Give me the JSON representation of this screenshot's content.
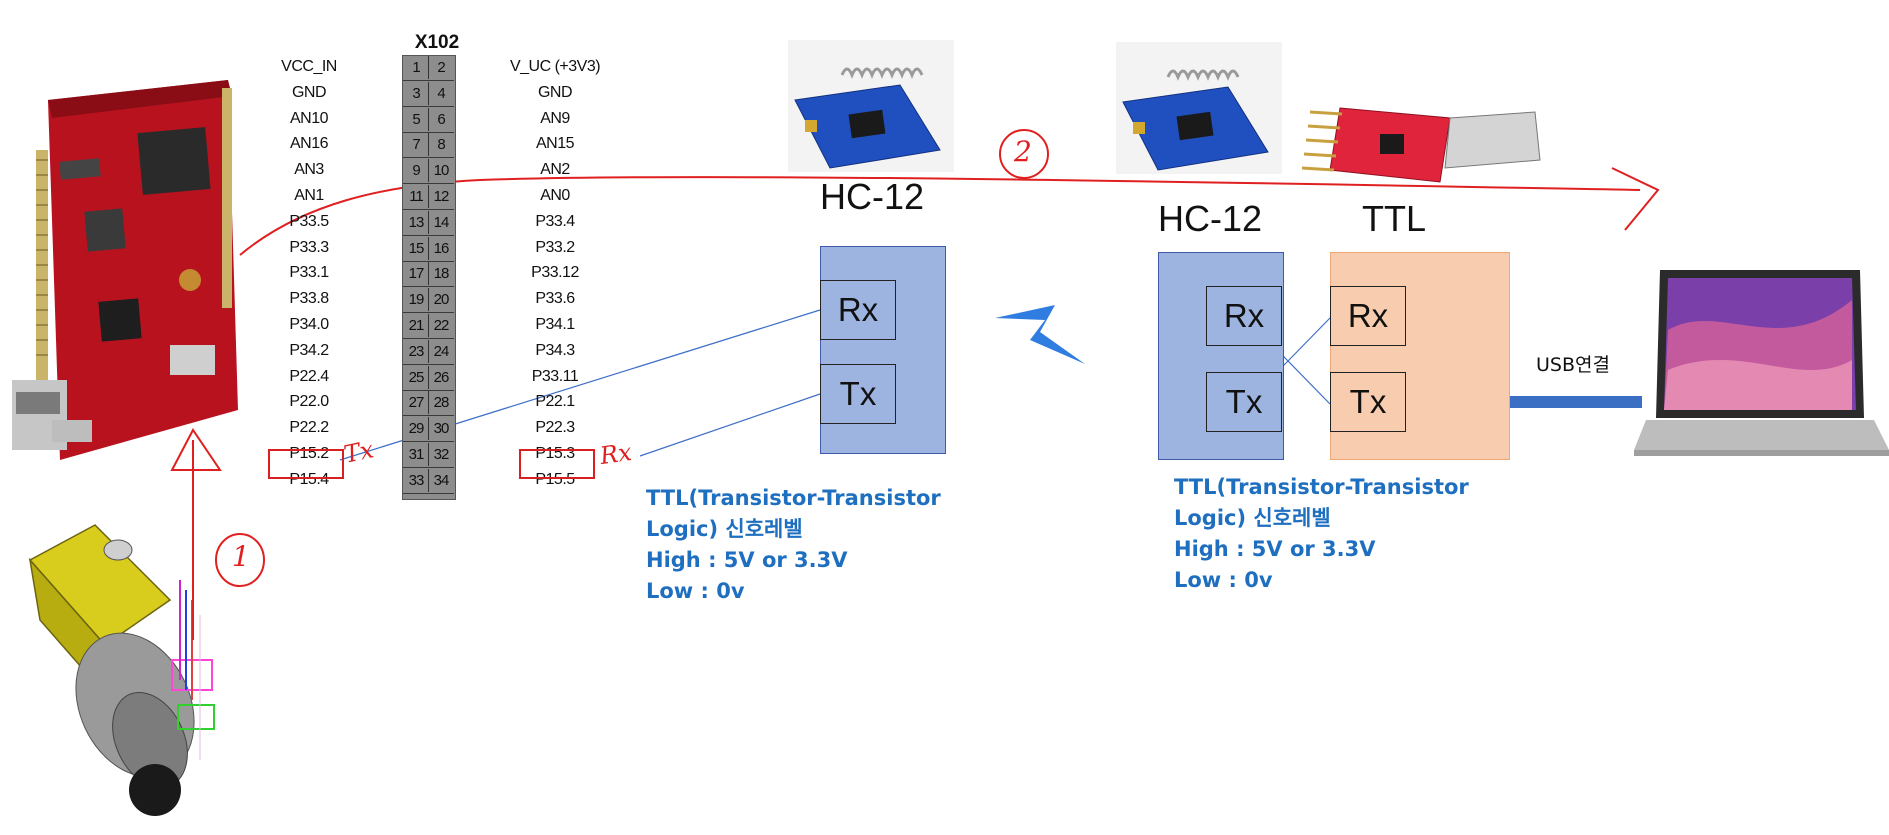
{
  "header": {
    "title": "X102",
    "left_labels": [
      "VCC_IN",
      "GND",
      "AN10",
      "AN16",
      "AN3",
      "AN1",
      "P33.5",
      "P33.3",
      "P33.1",
      "P33.8",
      "P34.0",
      "P34.2",
      "P22.4",
      "P22.0",
      "P22.2",
      "P15.2",
      "P15.4"
    ],
    "right_labels": [
      "V_UC (+3V3)",
      "GND",
      "AN9",
      "AN15",
      "AN2",
      "AN0",
      "P33.4",
      "P33.2",
      "P33.12",
      "P33.6",
      "P34.1",
      "P34.3",
      "P33.11",
      "P22.1",
      "P22.3",
      "P15.3",
      "P15.5"
    ],
    "left_numbers": [
      "1",
      "3",
      "5",
      "7",
      "9",
      "11",
      "13",
      "15",
      "17",
      "19",
      "21",
      "23",
      "25",
      "27",
      "29",
      "31",
      "33"
    ],
    "right_numbers": [
      "2",
      "4",
      "6",
      "8",
      "10",
      "12",
      "14",
      "16",
      "18",
      "20",
      "22",
      "24",
      "26",
      "28",
      "30",
      "32",
      "34"
    ]
  },
  "annotations": {
    "tx": "Tx",
    "rx": "Rx",
    "step1": "1",
    "step2": "2"
  },
  "module1": {
    "title": "HC-12",
    "rx": "Rx",
    "tx": "Tx",
    "note": [
      "TTL(Transistor-Transistor",
      "Logic) 신호레벨",
      "High : 5V or 3.3V",
      "Low : 0v"
    ]
  },
  "module2": {
    "title": "HC-12",
    "rx": "Rx",
    "tx": "Tx",
    "note": [
      "TTL(Transistor-Transistor",
      "Logic) 신호레벨",
      "High : 5V or 3.3V",
      "Low : 0v"
    ]
  },
  "ttl": {
    "title": "TTL",
    "rx": "Rx",
    "tx": "Tx"
  },
  "usb": {
    "label": "USB연결"
  },
  "colors": {
    "module_fill": "#9db4e0",
    "ttl_fill": "#f8ccae",
    "note_text": "#1f6fc0",
    "annotation": "#e02020",
    "usb_line": "#3b6fc4"
  }
}
